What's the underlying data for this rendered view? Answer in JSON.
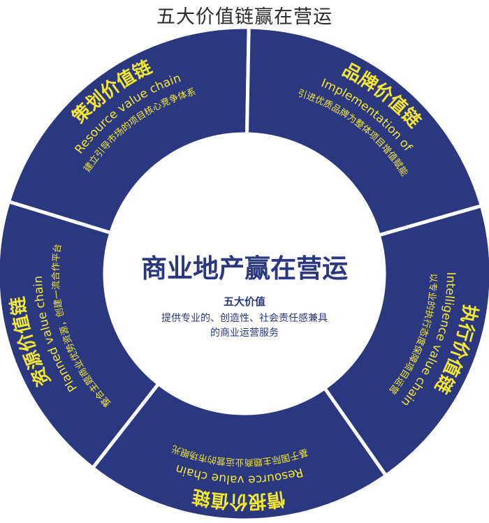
{
  "title": "五大价值链赢在营运",
  "center": {
    "title": "商业地产赢在营运",
    "subtitle": "五大价值",
    "desc_line1": "提供专业的、创造性、社会责任感兼具",
    "desc_line2": "的商业运营服务"
  },
  "segments": [
    {
      "title": "策划价值链",
      "english": "Resource value chain",
      "desc": "建立引导市场的项目核心竞争体系"
    },
    {
      "title": "品牌价值链",
      "english": "Implementation of",
      "desc": "引进优质品牌为整体项目增值赋能"
    },
    {
      "title": "执行价值链",
      "english": "Intelligence value chain",
      "desc": "以专业的执行态度保障项目运营"
    },
    {
      "title": "情报价值链",
      "english": "Resource value chain",
      "desc": "基于国际主题商业运营的市场眼光"
    },
    {
      "title": "资源价值链",
      "english": "Planned value chain",
      "desc": "整合主题商业优势资源，创建一流合作平台"
    }
  ],
  "colors": {
    "ring": "#2b3880",
    "label": "#f4e832",
    "center_text": "#2b3880"
  }
}
